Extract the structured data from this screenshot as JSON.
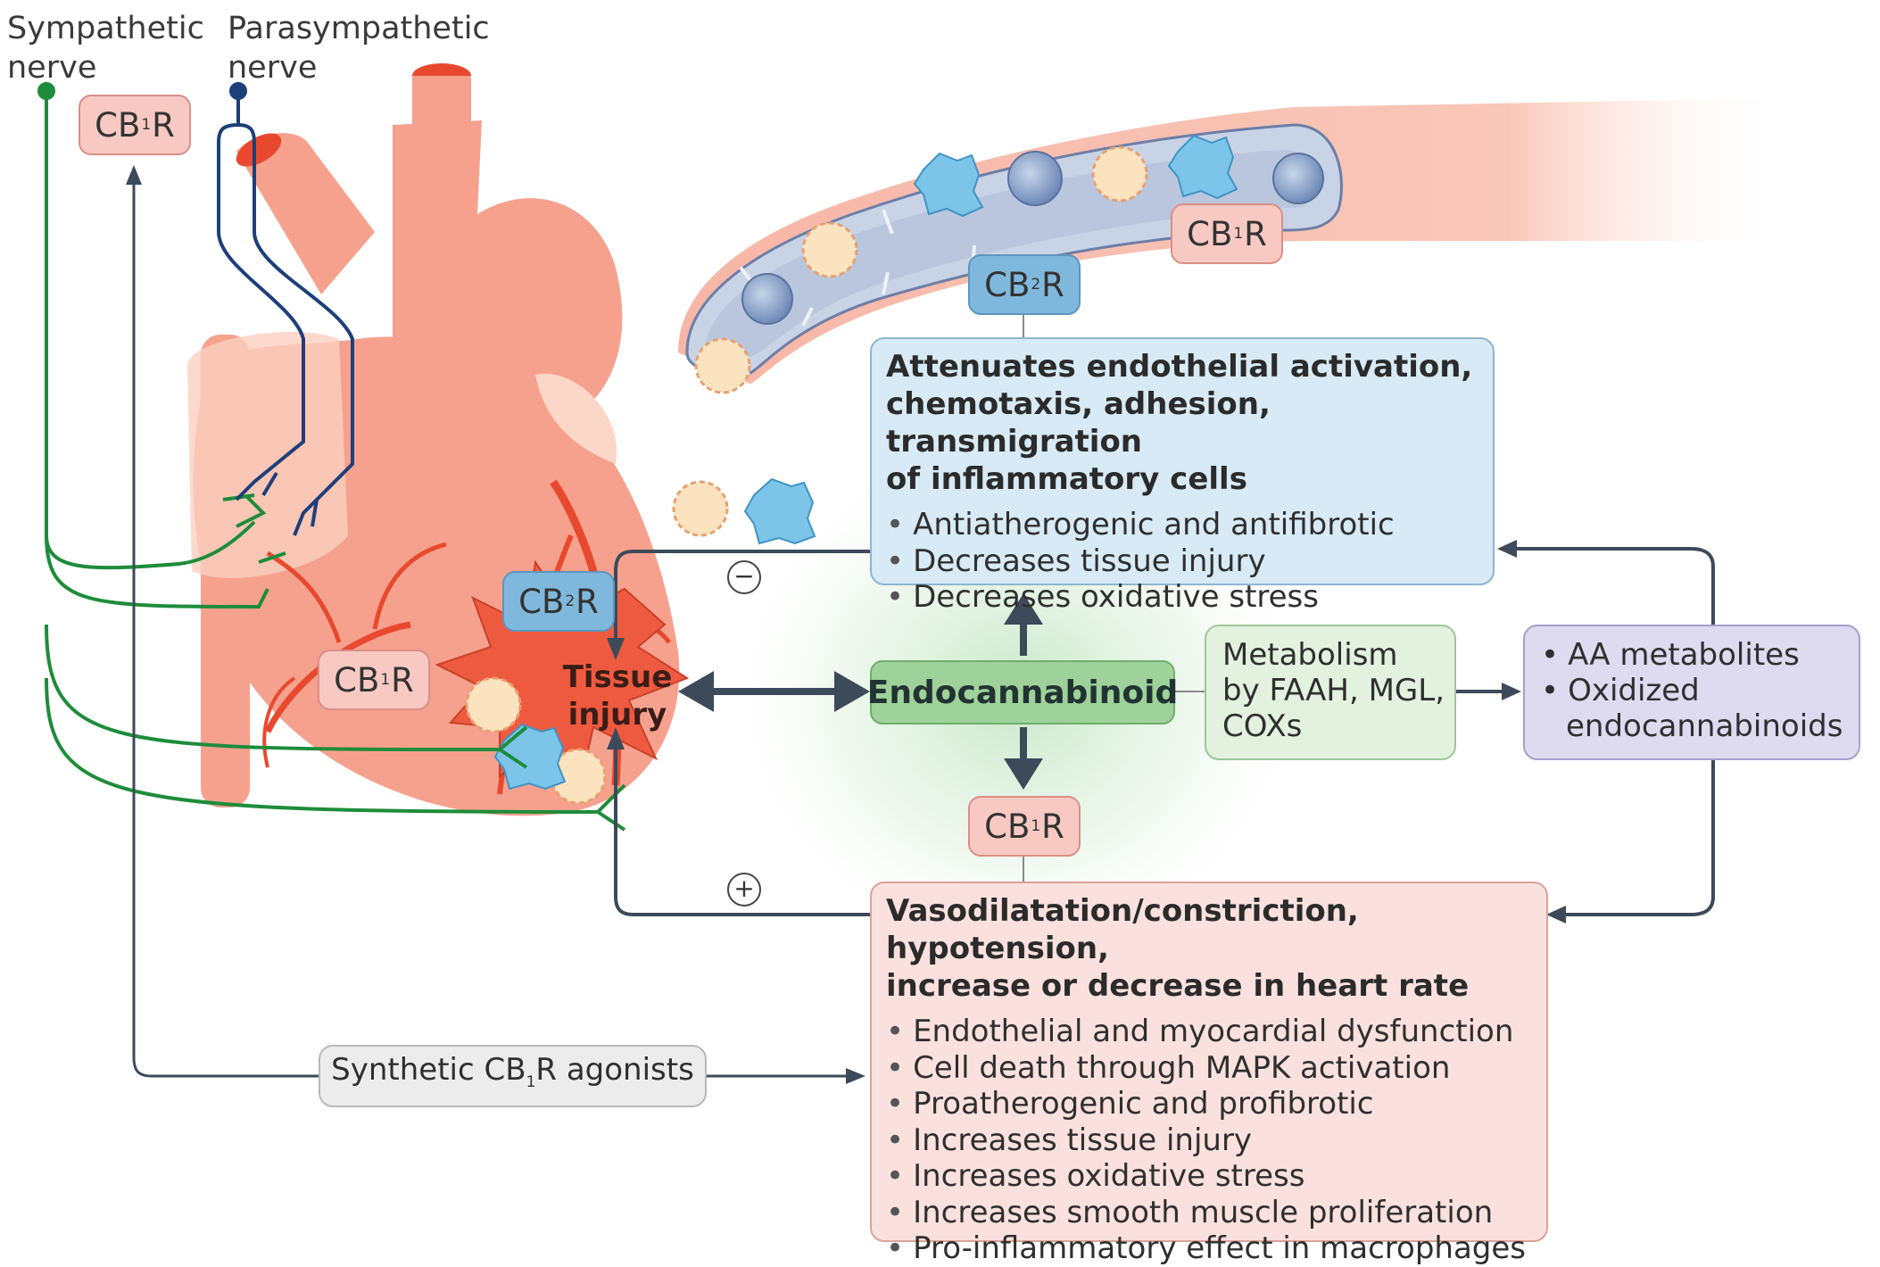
{
  "nerves": {
    "sympathetic_line1": "Sympathetic",
    "sympathetic_line2": "nerve",
    "parasympathetic_line1": "Parasympathetic",
    "parasympathetic_line2": "nerve"
  },
  "receptors": {
    "cb": "CB",
    "r": "R",
    "sub1": "1",
    "sub2": "2"
  },
  "tissue_injury": {
    "line1": "Tissue",
    "line2": "injury"
  },
  "endocannabinoid": "Endocannabinoid",
  "blue_box": {
    "heading_line1": "Attenuates endothelial activation,",
    "heading_line2": "chemotaxis, adhesion, transmigration",
    "heading_line3": "of inflammatory cells",
    "bullets": [
      "Antiatherogenic and antifibrotic",
      "Decreases tissue injury",
      "Decreases oxidative stress"
    ]
  },
  "pink_box": {
    "heading_line1": "Vasodilatation/constriction, hypotension,",
    "heading_line2": "increase or decrease in heart rate",
    "bullets": [
      "Endothelial and myocardial dysfunction",
      "Cell death through MAPK activation",
      "Proatherogenic and profibrotic",
      "Increases tissue injury",
      "Increases oxidative stress",
      "Increases smooth muscle proliferation",
      "Pro-inflammatory effect in macrophages"
    ]
  },
  "metabolism": {
    "line1": "Metabolism",
    "line2": "by FAAH, MGL,",
    "line3": "COXs"
  },
  "metabolites": {
    "bullet1": "AA metabolites",
    "bullet2_line1": "Oxidized",
    "bullet2_line2": "endocannabinoids"
  },
  "agonists": {
    "before": "Synthetic CB",
    "sub": "1",
    "after": "R agonists"
  },
  "signs": {
    "minus": "−",
    "plus": "+"
  },
  "colors": {
    "sympathetic": "#1e8c3a",
    "parasympathetic": "#1d3f7a",
    "flow_arrow": "#3d4a5a",
    "heart_fill": "#f6a18e",
    "coronary": "#e8492e"
  }
}
